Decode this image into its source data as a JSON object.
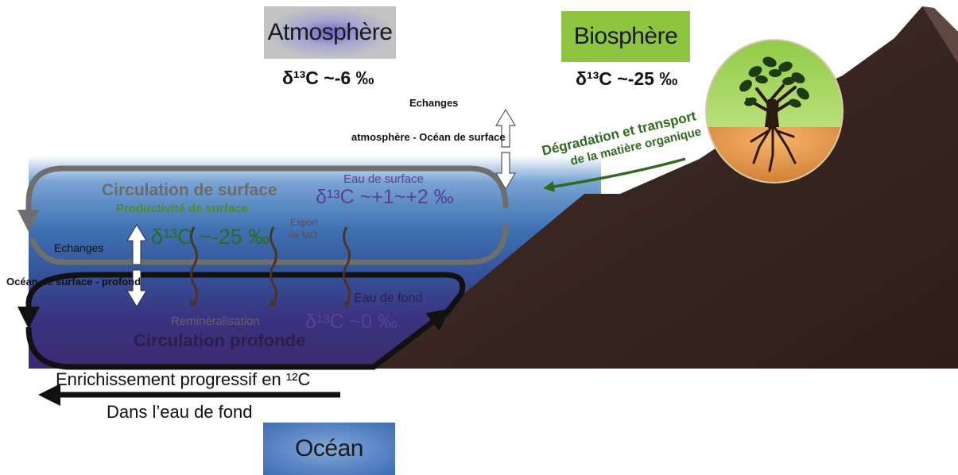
{
  "atmosphere": {
    "title": "Atmosphère",
    "delta": "δ¹³C ~-6 ‰"
  },
  "biosphere": {
    "title": "Biosphère",
    "delta": "δ¹³C ~-25 ‰"
  },
  "exchanges_atm": {
    "line1": "Echanges",
    "line2": "atmosphère - Océan de surface"
  },
  "degradation": {
    "line1": "Dégradation et transport",
    "line2": "de la matière organique"
  },
  "surface": {
    "circulation": "Circulation de surface",
    "water_label": "Eau de surface",
    "water_delta": "δ¹³C ~+1~+2 ‰",
    "productivity": "Productivité de surface",
    "productivity_delta": "δ¹³C ~-25 ‰",
    "export_line1": "Export",
    "export_line2": "de MO"
  },
  "exchanges_ocean": {
    "line1": "Echanges",
    "line2": "Océan de surface - profond"
  },
  "deep": {
    "water_label": "Eau de fond",
    "water_delta": "δ¹³C ~0 ‰",
    "remineralisation": "Reminéralisation",
    "circulation": "Circulation profonde"
  },
  "enrichment": {
    "line1": "Enrichissement progressif en ¹²C",
    "line2": "Dans l’eau de fond"
  },
  "ocean": {
    "title": "Océan"
  },
  "colors": {
    "surface_water": "#3c6fb0",
    "deep_water": "#3b2c72",
    "land": "#3a2620",
    "biosphere_green": "#8dc540",
    "soil_orange": "#e8963c",
    "text_green": "#2f6a1e",
    "text_purple": "#5a3f99"
  }
}
